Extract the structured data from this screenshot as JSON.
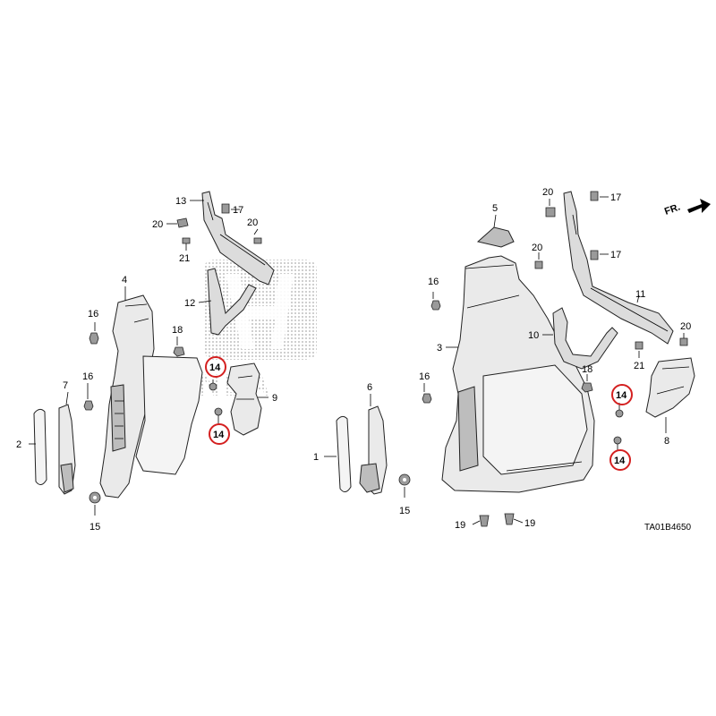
{
  "diagram_code": "TA01B4650",
  "direction_label": "FR.",
  "watermark_text": "HONDA",
  "highlight_color": "#d42020",
  "callouts": {
    "c1": "1",
    "c2": "2",
    "c3": "3",
    "c4": "4",
    "c5": "5",
    "c6": "6",
    "c7": "7",
    "c8": "8",
    "c9": "9",
    "c10": "10",
    "c11": "11",
    "c12": "12",
    "c13": "13",
    "c14a": "14",
    "c14b": "14",
    "c14c": "14",
    "c14d": "14",
    "c15a": "15",
    "c15b": "15",
    "c16a": "16",
    "c16b": "16",
    "c16c": "16",
    "c16d": "16",
    "c17a": "17",
    "c17b": "17",
    "c17c": "17",
    "c18a": "18",
    "c18b": "18",
    "c19a": "19",
    "c19b": "19",
    "c20a": "20",
    "c20b": "20",
    "c20c": "20",
    "c20d": "20",
    "c20e": "20",
    "c21a": "21",
    "c21b": "21"
  }
}
